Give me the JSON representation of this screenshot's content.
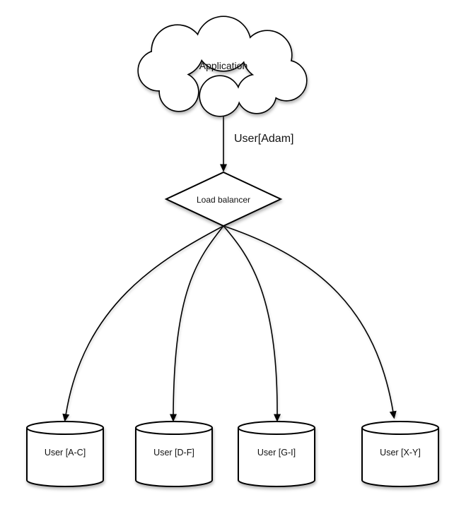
{
  "diagram": {
    "type": "sharding-architecture-diagram",
    "colors": {
      "background": "#ffffff",
      "shape_fill": "#ffffff",
      "stroke": "#000000",
      "text": "#111111"
    },
    "nodes": {
      "application": {
        "label": "Application",
        "shape": "cloud"
      },
      "load_balancer": {
        "label": "Load balancer",
        "shape": "diamond"
      },
      "shards": [
        {
          "label": "User [A-C]",
          "shape": "cylinder"
        },
        {
          "label": "User [D-F]",
          "shape": "cylinder"
        },
        {
          "label": "User [G-I]",
          "shape": "cylinder"
        },
        {
          "label": "User [X-Y]",
          "shape": "cylinder"
        }
      ]
    },
    "edges": [
      {
        "from": "application",
        "to": "load_balancer",
        "label": "User[Adam]"
      },
      {
        "from": "load_balancer",
        "to": "shard_0",
        "label": ""
      },
      {
        "from": "load_balancer",
        "to": "shard_1",
        "label": ""
      },
      {
        "from": "load_balancer",
        "to": "shard_2",
        "label": ""
      },
      {
        "from": "load_balancer",
        "to": "shard_3",
        "label": ""
      }
    ]
  }
}
